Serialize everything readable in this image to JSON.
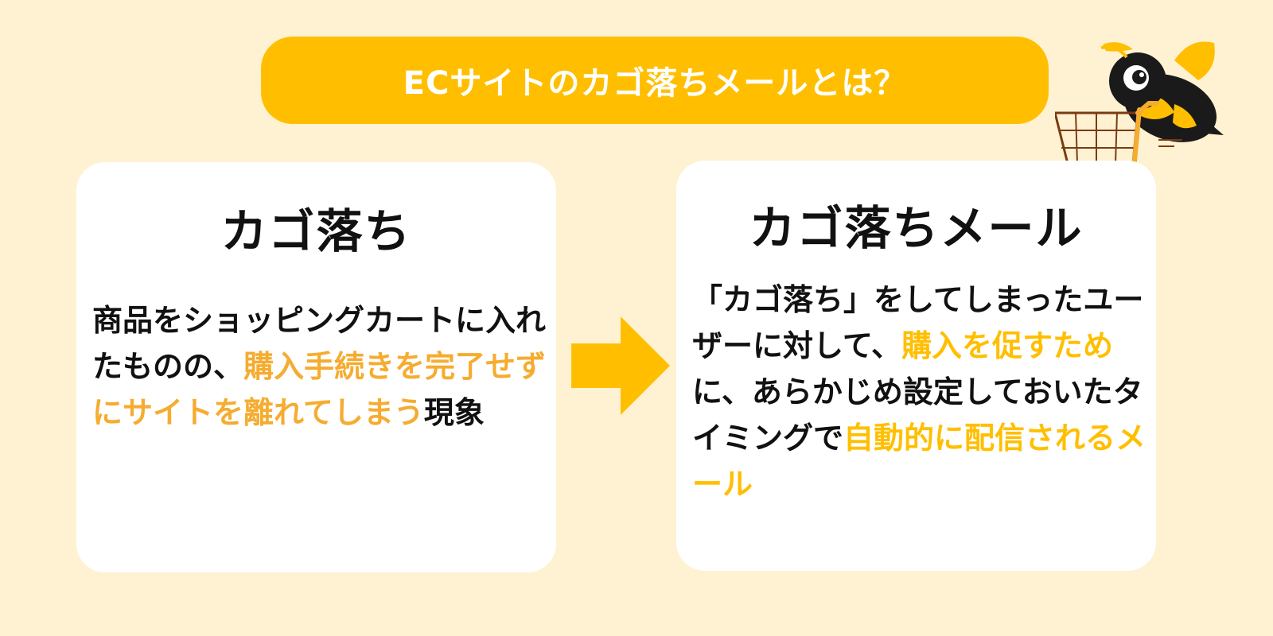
{
  "header": {
    "title": "ECサイトのカゴ落ちメールとは？"
  },
  "left_card": {
    "heading": "カゴ落ち",
    "body": [
      {
        "text": "商品をショッピングカートに入れたものの、",
        "highlight": "none"
      },
      {
        "text": "購入手続きを完了せずにサイトを離れてしまう",
        "highlight": "orange"
      },
      {
        "text": "現象",
        "highlight": "none"
      }
    ]
  },
  "right_card": {
    "heading": "カゴ落ちメール",
    "body": [
      {
        "text": "「カゴ落ち」をしてしまったユーザーに対して、",
        "highlight": "none"
      },
      {
        "text": "購入を促すため",
        "highlight": "yellow"
      },
      {
        "text": "に、あらかじめ設定しておいたタイミングで",
        "highlight": "none"
      },
      {
        "text": "自動的に配信されるメール",
        "highlight": "yellow"
      }
    ]
  },
  "icons": {
    "arrow": "right-arrow-icon",
    "mascot": "bee-with-shopping-cart-icon"
  },
  "colors": {
    "background": "#fff2d3",
    "accent": "#ffbf00",
    "highlight_orange": "#f5ac30",
    "card": "#ffffff",
    "text": "#111111"
  }
}
